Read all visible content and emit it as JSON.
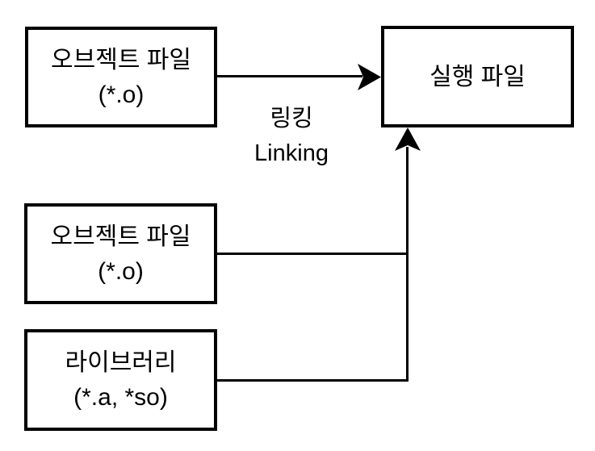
{
  "diagram": {
    "colors": {
      "stroke": "#000000",
      "box_fill": "#ffffff",
      "background": "#ffffff"
    },
    "boxes": {
      "object_file_1": {
        "line1": "오브젝트 파일",
        "line2": "(*.o)"
      },
      "object_file_2": {
        "line1": "오브젝트 파일",
        "line2": "(*.o)"
      },
      "library": {
        "line1": "라이브러리",
        "line2": "(*.a, *so)"
      },
      "executable": {
        "line1": "실행 파일"
      }
    },
    "edge_label": {
      "line1": "링킹",
      "line2": "Linking"
    }
  }
}
